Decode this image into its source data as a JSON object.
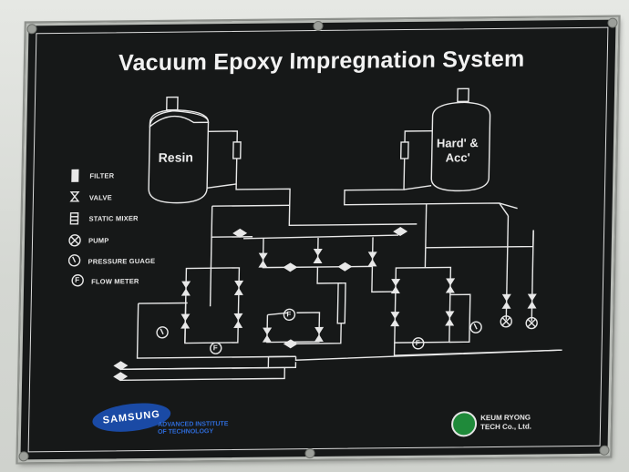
{
  "title": "Vacuum Epoxy Impregnation System",
  "tanks": {
    "resin": "Resin",
    "hardener_line1": "Hard' &",
    "hardener_line2": "Acc'"
  },
  "legend": [
    {
      "icon": "filter-icon",
      "label": "FILTER"
    },
    {
      "icon": "valve-icon",
      "label": "VALVE"
    },
    {
      "icon": "static-mixer-icon",
      "label": "STATIC MIXER"
    },
    {
      "icon": "pump-icon",
      "label": "PUMP"
    },
    {
      "icon": "pressure-gauge-icon",
      "label": "PRESSURE GUAGE"
    },
    {
      "icon": "flow-meter-icon",
      "label": "FLOW METER"
    }
  ],
  "flow_meter_symbol": "F",
  "logos": {
    "samsung": "SAMSUNG",
    "institute_line1": "ADVANCED INSTITUTE",
    "institute_line2": "OF TECHNOLOGY",
    "company_line1": "KEUM RYONG",
    "company_line2": "TECH Co., Ltd."
  },
  "colors": {
    "plate": "#161818",
    "lines": "#e8e8e8",
    "samsung_blue": "#1a4aa5",
    "company_green": "#1f8a3a"
  }
}
